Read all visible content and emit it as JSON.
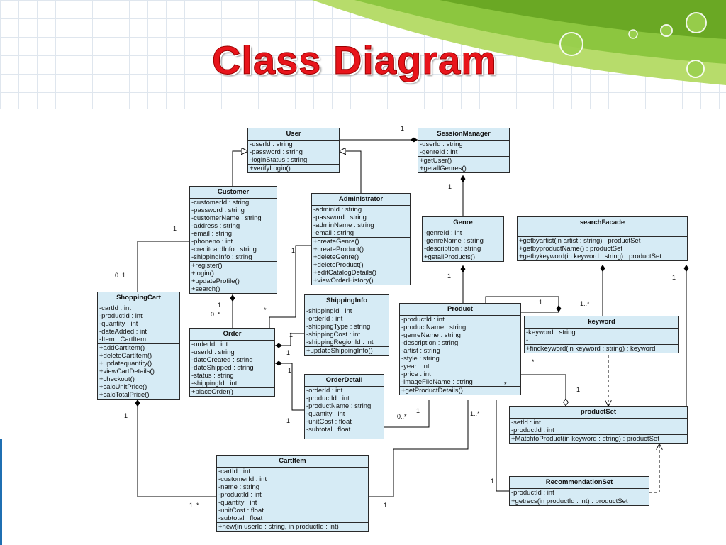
{
  "title": "Class Diagram",
  "classes": {
    "User": {
      "name": "User",
      "attrs": [
        "-userId : string",
        "-password : string",
        "-loginStatus : string"
      ],
      "ops": [
        "+verifyLogin()"
      ]
    },
    "SessionManager": {
      "name": "SessionManager",
      "attrs": [
        "-userId : string",
        "-genreId : int"
      ],
      "ops": [
        "+getUser()",
        "+getallGenres()"
      ]
    },
    "Customer": {
      "name": "Customer",
      "attrs": [
        "-customerId : string",
        "-password : string",
        "-customerName : string",
        "-address : string",
        "-email : string",
        "-phoneno : int",
        "-creditcardInfo : string",
        "-shippingInfo : string"
      ],
      "ops": [
        "+register()",
        "+login()",
        "+updateProfile()",
        "+search()"
      ]
    },
    "Administrator": {
      "name": "Administrator",
      "attrs": [
        "-adminId : string",
        "-password : string",
        "-adminName : string",
        "-email : string"
      ],
      "ops": [
        "+createGenre()",
        "+createProduct()",
        "+deleteGenre()",
        "+deleteProduct()",
        "+editCatalogDetails()",
        "+viewOrderHistory()"
      ]
    },
    "Genre": {
      "name": "Genre",
      "attrs": [
        "-genreId : int",
        "-genreName : string",
        "-description : string"
      ],
      "ops": [
        "+getallProducts()"
      ]
    },
    "searchFacade": {
      "name": "searchFacade",
      "attrs": [],
      "ops": [
        "+getbyartist(in artist : string) : productSet",
        "+getbyproductName() : productSet",
        "+getbykeyword(in keyword : string) : productSet"
      ]
    },
    "ShoppingCart": {
      "name": "ShoppingCart",
      "attrs": [
        "-cartId : int",
        "-productId : int",
        "-quantity : int",
        "-dateAdded : int",
        "-Item : CartItem"
      ],
      "ops": [
        "+addCartItem()",
        "+deleteCartItem()",
        "+updatequantity()",
        "+viewCartDetails()",
        "+checkout()",
        "+calcUnitPrice()",
        "+calcTotalPrice()"
      ]
    },
    "ShippingInfo": {
      "name": "ShippingInfo",
      "attrs": [
        "-shippingId : int",
        "-orderId : int",
        "-shippingType : string",
        "-shippingCost : int",
        "-shippingRegionId : int"
      ],
      "ops": [
        "+updateShippingInfo()"
      ]
    },
    "Product": {
      "name": "Product",
      "attrs": [
        "-productId : int",
        "-productName : string",
        "-genreName : string",
        "-description : string",
        "-artist : string",
        "-style : string",
        "-year : int",
        "-price : int",
        "-imageFileName : string"
      ],
      "ops": [
        "+getProductDetails()"
      ]
    },
    "keyword": {
      "name": "keyword",
      "attrs": [
        "-keyword : string",
        "-"
      ],
      "ops": [
        "+findkeyword(in keyword : string) : keyword"
      ]
    },
    "Order": {
      "name": "Order",
      "attrs": [
        "-orderId : int",
        "-userId : string",
        "-dateCreated : string",
        "-dateShipped : string",
        "-status : string",
        "-shippingId : int"
      ],
      "ops": [
        "+placeOrder()"
      ]
    },
    "OrderDetail": {
      "name": "OrderDetail",
      "attrs": [
        "-orderId : int",
        "-productId : int",
        "-productName : string",
        "-quantity : int",
        "-unitCost : float",
        "-subtotal : float"
      ],
      "ops": []
    },
    "productSet": {
      "name": "productSet",
      "attrs": [
        "-setId : int",
        "-productId : int"
      ],
      "ops": [
        "+MatchtoProduct(in keyword : string) : productSet"
      ]
    },
    "CartItem": {
      "name": "CartItem",
      "attrs": [
        "-cartId : int",
        "-customerId : int",
        "-name : string",
        "-productId : int",
        "-quantity : int",
        "-unitCost : float",
        "-subtotal : float"
      ],
      "ops": [
        "+new(in userId : string, in productId : int)"
      ]
    },
    "RecommendationSet": {
      "name": "RecommendationSet",
      "attrs": [
        "-productId : int"
      ],
      "ops": [
        "+getrecs(in productId : int) : productSet"
      ]
    }
  },
  "multiplicities": {
    "user_session": "1",
    "session_genre": "1",
    "customer_cart": "1",
    "cart_customer": "0..1",
    "customer_order": "1",
    "order_customer": "0..*",
    "admin_order_star": "*",
    "admin_order_one": "1",
    "genre_product": "1",
    "order_shipping": "1",
    "order_shipping_one": "1",
    "order_detail": "1",
    "order_detail_one": "1",
    "detail_product": "0..*",
    "detail_product_one": "1",
    "product_keyword": "1",
    "keyword_product": "1..*",
    "product_star": "*",
    "product_set_star": "*",
    "productset_one": "1",
    "product_rec": "1..*",
    "facade_productset": "1",
    "cart_item": "1",
    "cartitem_cart": "1..*",
    "cartitem_product": "1",
    "rec_one": "1"
  },
  "colors": {
    "title": "#e8141b",
    "class_fill": "#d6ebf5",
    "accent_green": "#8cc63f"
  }
}
